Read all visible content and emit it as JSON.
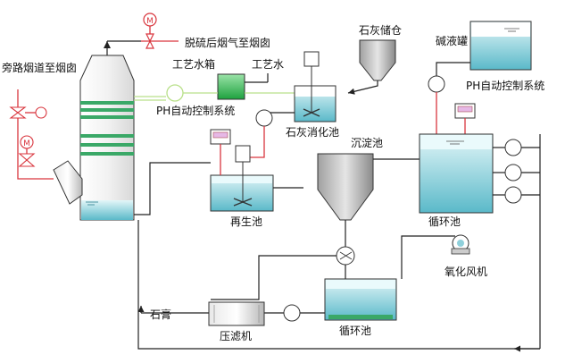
{
  "labels": {
    "bypass_flue": "旁路烟道至烟囱",
    "desulf_flue": "脱硫后烟气至烟囱",
    "process_tank": "工艺水箱",
    "process_water": "工艺水",
    "ph_left": "PH自动控制系统",
    "lime_silo": "石灰储仓",
    "alkali_tank": "碱液罐",
    "ph_right": "PH自动控制系统",
    "lime_slaker": "石灰消化池",
    "settling_tank": "沉淀池",
    "regen_tank": "再生池",
    "circ_tank_right": "循环池",
    "oxidation_fan": "氧化风机",
    "gypsum": "石膏",
    "filter_press": "压滤机",
    "circ_tank_bottom": "循环池"
  },
  "icons": {
    "motor": "M",
    "pump": "centrifugal-pump",
    "valve": "butterfly-valve",
    "agitator": "agitator"
  },
  "colors": {
    "water": "#c9eef2",
    "water_deep": "#55b8c9",
    "green_tank": "#28b44c",
    "red_line": "#d9363e",
    "green_line": "#b9e08a",
    "packing": "#3aa867"
  }
}
